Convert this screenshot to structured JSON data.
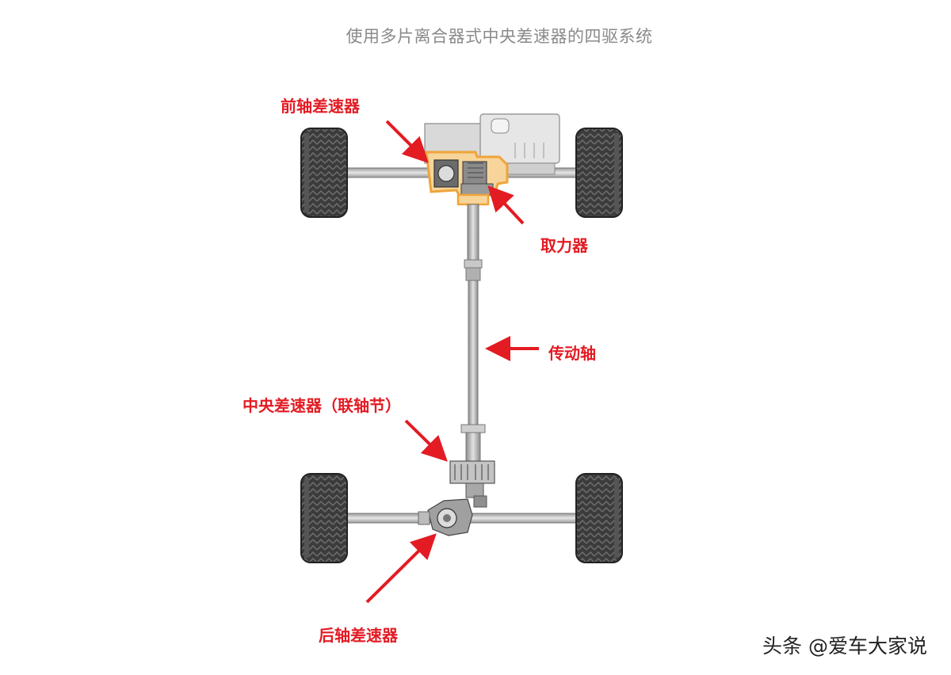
{
  "title": "使用多片离合器式中央差速器的四驱系统",
  "labels": {
    "front_diff": "前轴差速器",
    "transfer_case": "取力器",
    "drive_shaft": "传动轴",
    "center_diff": "中央差速器（联轴节）",
    "rear_diff": "后轴差速器"
  },
  "watermark": "头条 @爱车大家说",
  "colors": {
    "arrow": "#e31b23",
    "highlight": "#f0a43a",
    "tire": "#3a3a3a",
    "metal": "#b8b8b8"
  }
}
